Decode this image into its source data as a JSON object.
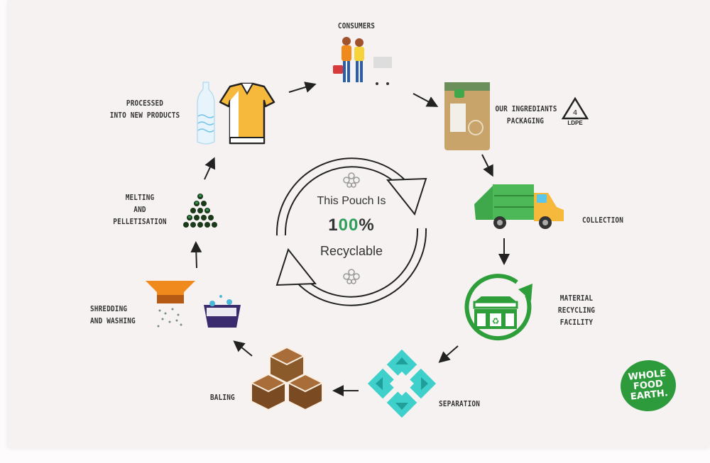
{
  "center": {
    "line1": "This Pouch Is",
    "percent_prefix": "1",
    "percent_oo": "00",
    "percent_suffix": "%",
    "line3": "Recyclable"
  },
  "steps": [
    {
      "id": "consumers",
      "lines": [
        "CONSUMERS"
      ],
      "icon": "shoppers-icon"
    },
    {
      "id": "packaging",
      "lines": [
        "OUR INGREDIANTS",
        "PACKAGING"
      ],
      "icon": "pouch-icon",
      "badge": "LDPE"
    },
    {
      "id": "collection",
      "lines": [
        "COLLECTION"
      ],
      "icon": "garbage-truck-icon"
    },
    {
      "id": "facility",
      "lines": [
        "MATERIAL",
        "RECYCLING",
        "FACILITY"
      ],
      "icon": "recycling-facility-icon"
    },
    {
      "id": "separation",
      "lines": [
        "SEPARATION"
      ],
      "icon": "separation-arrows-icon"
    },
    {
      "id": "baling",
      "lines": [
        "BALING"
      ],
      "icon": "bales-icon"
    },
    {
      "id": "shredding",
      "lines": [
        "SHREDDING",
        "AND WASHING"
      ],
      "icon": "shredder-wash-icon"
    },
    {
      "id": "melting",
      "lines": [
        "MELTING",
        "AND",
        "PELLETISATION"
      ],
      "icon": "pellets-icon"
    },
    {
      "id": "processed",
      "lines": [
        "PROCESSED",
        "INTO NEW PRODUCTS"
      ],
      "icon": "bottle-shirt-icon"
    }
  ],
  "logo": {
    "lines": [
      "WHOLE",
      "FOOD",
      "EARTH."
    ]
  },
  "colors": {
    "background": "#f6f2f1",
    "green": "#2e9e3a",
    "teal": "#2fc4c0",
    "orange": "#f08a1c",
    "brown": "#7a4a22",
    "yellow": "#f6b93b",
    "logo_green": "#2d9b3c"
  }
}
